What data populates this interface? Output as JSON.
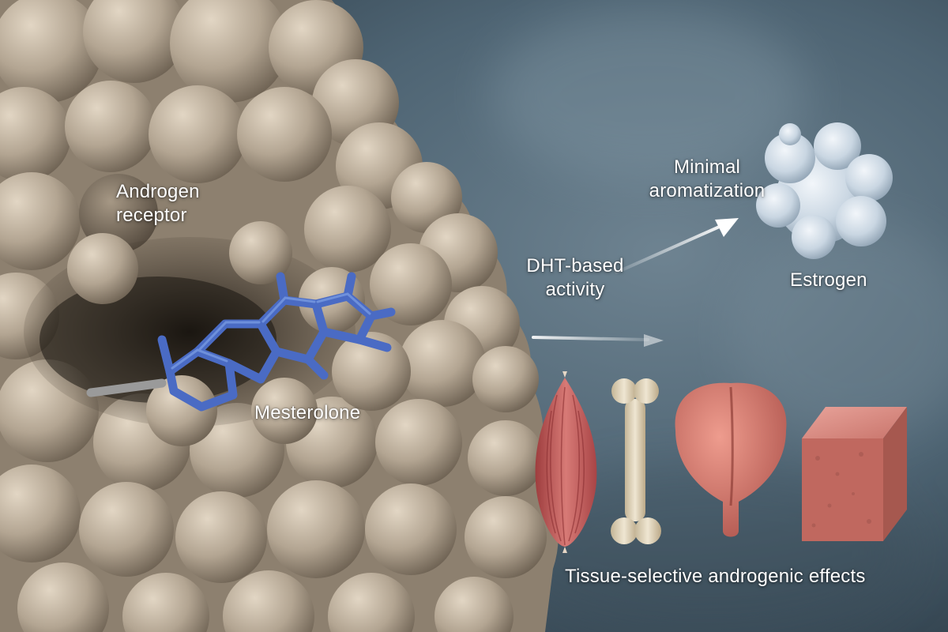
{
  "labels": {
    "receptor_line1": "Androgen",
    "receptor_line2": "receptor",
    "ligand": "Mesterolone",
    "activity_line1": "DHT-based",
    "activity_line2": "activity",
    "aromatization_line1": "Minimal",
    "aromatization_line2": "aromatization",
    "estrogen": "Estrogen",
    "tissue_effects": "Tissue-selective androgenic effects"
  },
  "icons": {
    "protein": "protein-surface-icon",
    "molecule": "steroid-molecule-icon",
    "estrogen": "estrogen-blob-icon",
    "muscle": "muscle-icon",
    "bone": "bone-icon",
    "prostate": "prostate-icon",
    "skin": "skin-tissue-icon"
  },
  "colors": {
    "background": "#4a5f6e",
    "protein": "#b8a996",
    "molecule": "#4a6bc4",
    "muscle": "#c65a5a",
    "bone": "#e2d7c0",
    "prostate": "#d47a6e",
    "skin": "#c9746c"
  }
}
